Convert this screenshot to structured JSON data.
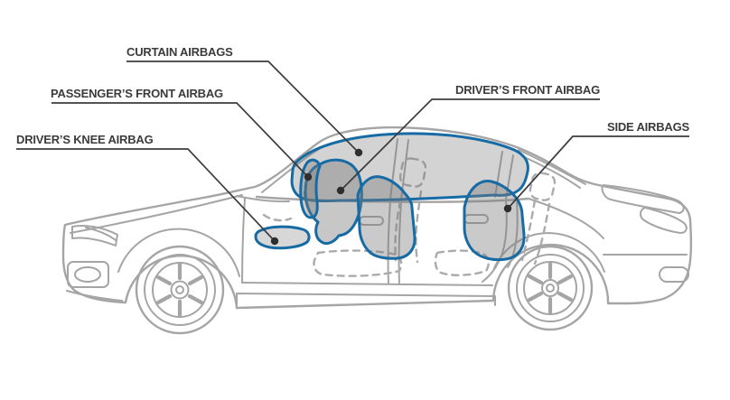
{
  "callouts": {
    "curtain": {
      "label": "CURTAIN AIRBAGS"
    },
    "passenger_front": {
      "label": "PASSENGER’S FRONT AIRBAG"
    },
    "driver_knee": {
      "label": "DRIVER’S KNEE AIRBAG"
    },
    "driver_front": {
      "label": "DRIVER’S FRONT AIRBAG"
    },
    "side": {
      "label": "SIDE AIRBAGS"
    }
  },
  "colors": {
    "background": "#ffffff",
    "car_outline": "#a5a5a5",
    "car_dashed": "#ababab",
    "accent_blue": "#176ba4",
    "airbag_fill": "#7a7a7a",
    "callout_line": "#3c3c3c",
    "callout_dot": "#2e2e2e",
    "label_text": "#3b3b3b"
  }
}
